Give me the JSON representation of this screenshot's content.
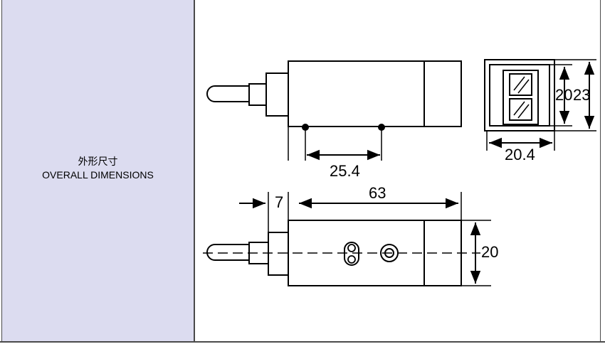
{
  "label": {
    "title_cn": "外形尺寸",
    "title_en": "OVERALL DIMENSIONS"
  },
  "dimensions": {
    "top_spacing": "25.4",
    "side_height_inner": "20",
    "side_height_outer": "23",
    "end_width": "20.4",
    "bottom_offset": "7",
    "bottom_length": "63",
    "bottom_height": "20"
  }
}
